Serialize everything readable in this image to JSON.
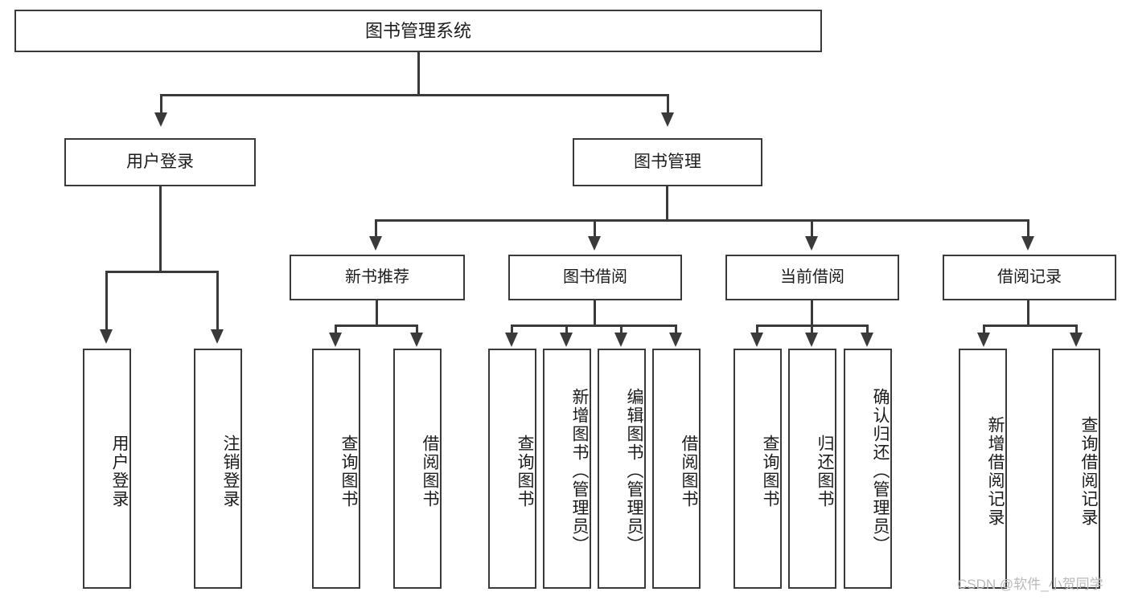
{
  "diagram": {
    "title": "图书管理系统",
    "root": {
      "label": "图书管理系统"
    },
    "level1": [
      {
        "label": "用户登录"
      },
      {
        "label": "图书管理"
      }
    ],
    "level2": [
      {
        "label": "新书推荐"
      },
      {
        "label": "图书借阅"
      },
      {
        "label": "当前借阅"
      },
      {
        "label": "借阅记录"
      }
    ],
    "leaves": {
      "user_login": [
        {
          "label": "用户登录"
        },
        {
          "label": "注销登录"
        }
      ],
      "new_book_recommend": [
        {
          "label": "查询图书"
        },
        {
          "label": "借阅图书"
        }
      ],
      "book_borrow": [
        {
          "label": "查询图书"
        },
        {
          "label": "新增图书（管理员）"
        },
        {
          "label": "编辑图书（管理员）"
        },
        {
          "label": "借阅图书"
        }
      ],
      "current_borrow": [
        {
          "label": "查询图书"
        },
        {
          "label": "归还图书"
        },
        {
          "label": "确认归还（管理员）"
        }
      ],
      "borrow_record": [
        {
          "label": "新增借阅记录"
        },
        {
          "label": "查询借阅记录"
        }
      ]
    }
  },
  "watermark": {
    "text": "CSDN @软件_小贺同学"
  },
  "colors": {
    "stroke": "#3a3a3a",
    "text": "#1c1c1c",
    "background": "#ffffff",
    "watermark": "#b9b9b9"
  }
}
